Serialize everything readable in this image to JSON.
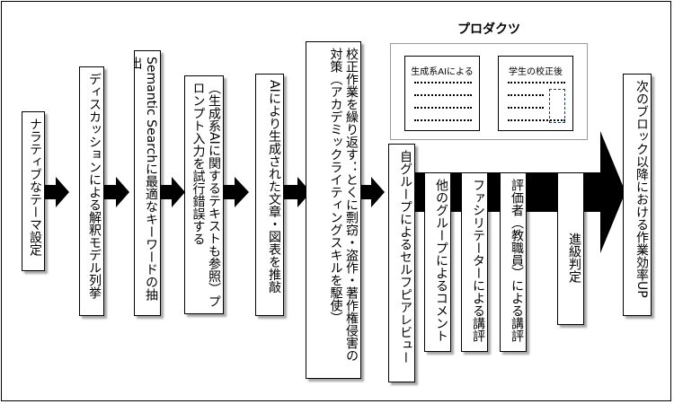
{
  "steps": [
    "ナラティブなテーマ設定",
    "ディスカッションによる解釈モデル列挙",
    "Semantic Searchに最適なキーワードの抽出",
    "（生成系AIに関するテキストも参照）プロンプト入力を試行錯誤する",
    "AIにより生成された文章・図表を推敲",
    "校正作業を繰り返す：とくに剽窃・盗作・著作権侵害の対策（アカデミックライティングスキルを駆使）",
    "自グループによるセルフピアレビュー",
    "他のグループによるコメント",
    "ファシリテーターによる講評",
    "評価者（教職員）による講評",
    "進級判定",
    "次のブロック以降における作業効率UP"
  ],
  "products": {
    "title": "プロダクツ",
    "doc1_title": "生成系AIによる",
    "doc2_title": "学生の校正後"
  },
  "colors": {
    "arrow": "#000000",
    "border": "#000000",
    "panel_border": "#9a9a9a",
    "dash": "#1f3b66"
  }
}
